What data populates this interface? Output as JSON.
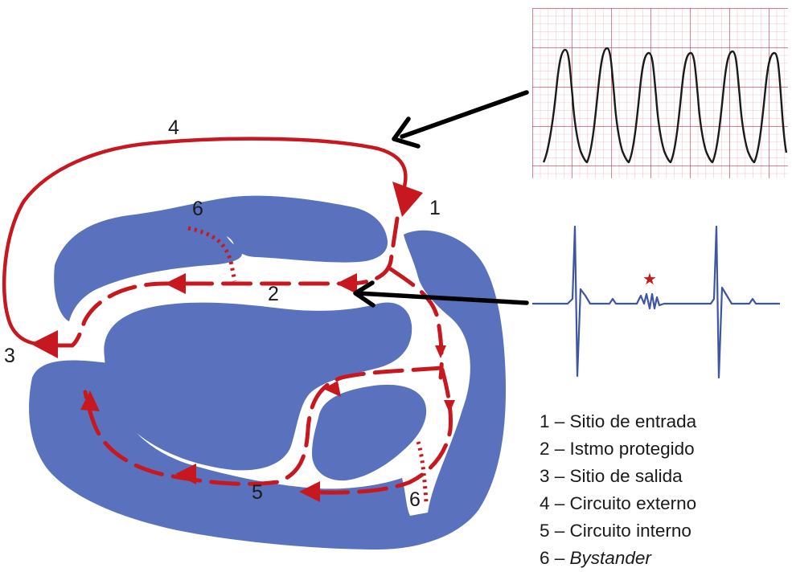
{
  "labels": {
    "entry": "1",
    "isthmus": "2",
    "exit": "3",
    "outer": "4",
    "inner": "5",
    "bystander_top": "6",
    "bystander_bottom": "6"
  },
  "legend": [
    {
      "num": "1",
      "sep": " – ",
      "text": "Sitio de entrada"
    },
    {
      "num": "2",
      "sep": " – ",
      "text": "Istmo protegido"
    },
    {
      "num": "3",
      "sep": " – ",
      "text": "Sitio de salida"
    },
    {
      "num": "4",
      "sep": " – ",
      "text": "Circuito externo"
    },
    {
      "num": "5",
      "sep": " – ",
      "text": "Circuito interno"
    },
    {
      "num": "6",
      "sep": " – ",
      "text": "Bystander"
    }
  ],
  "annotations": {
    "star": "★"
  },
  "colors": {
    "scar": "#5a72bd",
    "circuit": "#c7181f",
    "ecg_grid_minor": "#e9a9b7",
    "ecg_grid_major": "#c9304e",
    "ecg_trace": "#1a1a1a",
    "electrogram": "#3d55a2",
    "arrow": "#000000"
  }
}
